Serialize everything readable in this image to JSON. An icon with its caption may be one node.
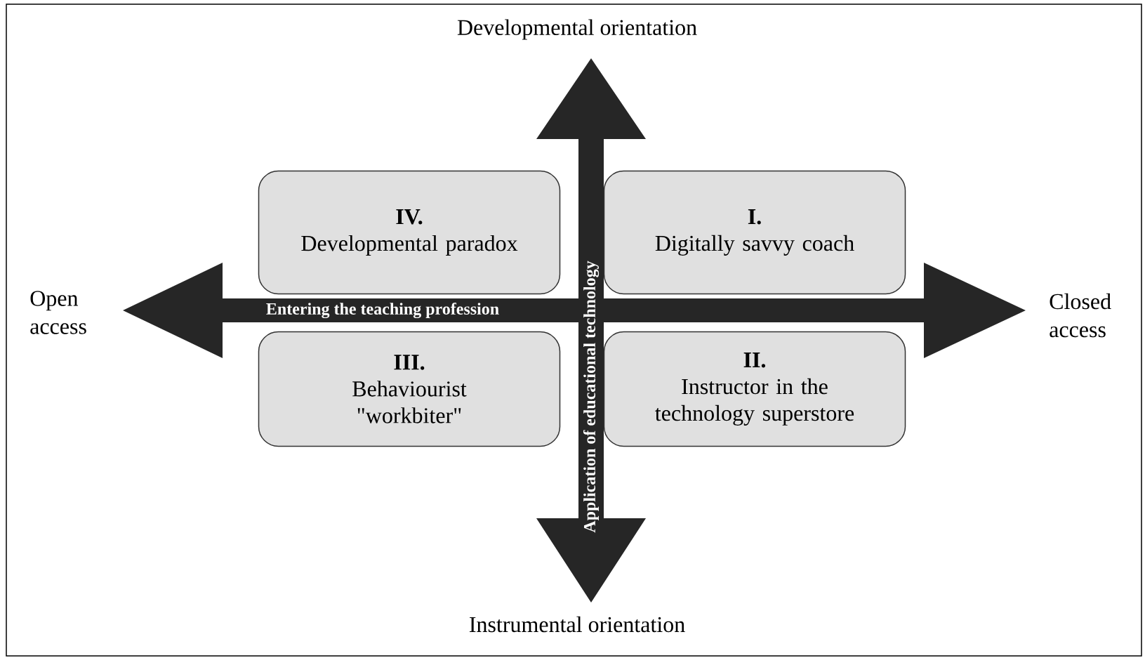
{
  "diagram": {
    "nodes": [
      {
        "text": [
          "IV.",
          "Developmental paradox"
        ]
      },
      {
        "text": [
          "I.",
          "Digitally savvy coach"
        ]
      },
      {
        "text": [
          "III.",
          "Behaviourist \"workbiter\""
        ]
      },
      {
        "text": [
          "II.",
          "Instructor in the technology superstore"
        ]
      }
    ],
    "labels": [
      "Developmental orientation",
      "Open access",
      "Closed access",
      "Entering the teaching profession",
      "Application of educational technology",
      "Instrumental orientation"
    ]
  }
}
